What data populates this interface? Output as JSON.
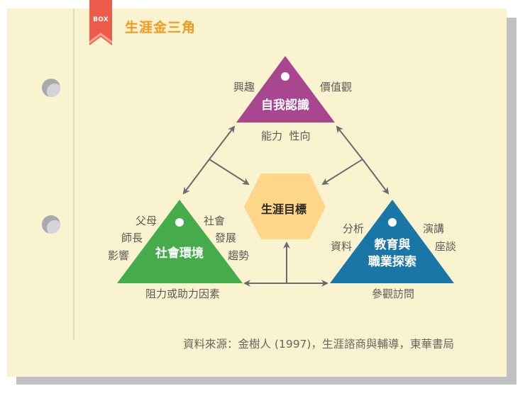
{
  "box": {
    "badge": "BOX",
    "title": "生涯金三角",
    "badge_color": "#EF5B4A",
    "title_color": "#F39A1E"
  },
  "diagram": {
    "center": {
      "label": "生涯目標",
      "color": "#FDD68A"
    },
    "top_triangle": {
      "label": "自我認識",
      "color": "#A8468F",
      "left_label": "興趣",
      "right_label": "價值觀",
      "bottom_label": "能力  性向"
    },
    "left_triangle": {
      "label": "社會環境",
      "color": "#45AB4B",
      "left_labels": [
        "父母",
        "師長",
        "影響"
      ],
      "right_labels": [
        "社會",
        "發展",
        "趨勢"
      ],
      "bottom_label": "阻力或助力因素"
    },
    "right_triangle": {
      "label_line1": "教育與",
      "label_line2": "職業探索",
      "color": "#1B76A8",
      "left_labels": [
        "分析",
        "資料"
      ],
      "right_labels": [
        "演講",
        "座談"
      ],
      "bottom_label": "參觀訪問"
    },
    "arrow_color": "#6B6A6C"
  },
  "source": "資料來源：金樹人 (1997)，生涯諮商與輔導，東華書局"
}
